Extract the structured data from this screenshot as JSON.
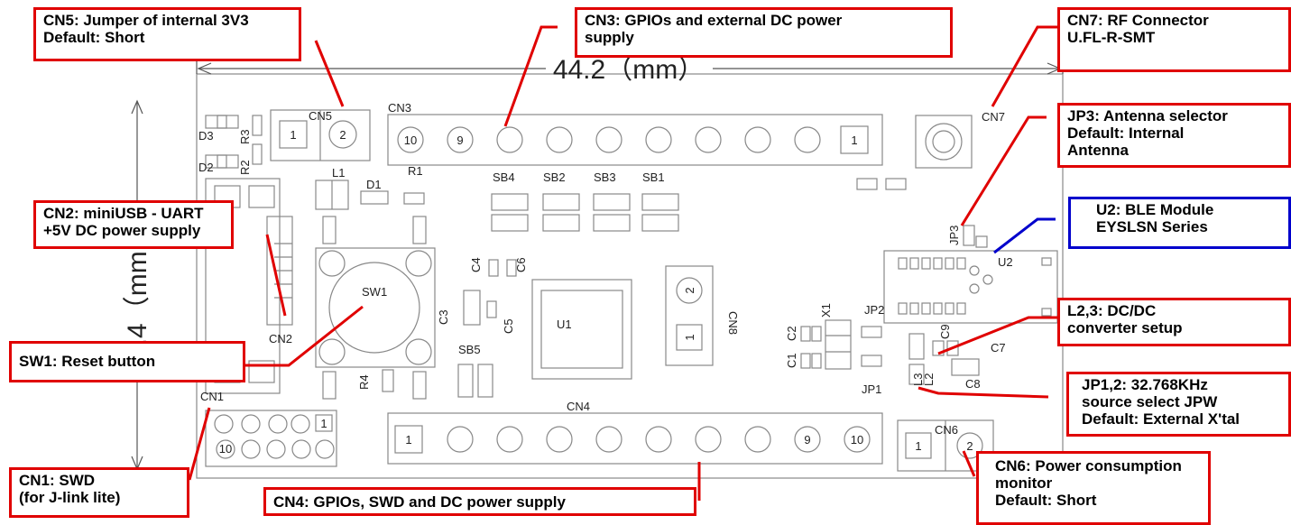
{
  "colors": {
    "callout_red": "#e00000",
    "callout_blue": "#0000cc",
    "board_line": "#888888"
  },
  "dimension_width": "44.2（mm）",
  "dimension_height": "9.4（mm",
  "callouts": {
    "cn5": {
      "l1": "CN5: Jumper of internal 3V3",
      "l2": "Default: Short"
    },
    "cn3": {
      "l1": "CN3: GPIOs and external DC power",
      "l2": "supply"
    },
    "cn7": {
      "l1": "CN7: RF Connector",
      "l2": "U.FL-R-SMT"
    },
    "jp3": {
      "l1": "JP3: Antenna selector",
      "l2": "Default: Internal",
      "l3": "Antenna"
    },
    "cn2": {
      "l1": "CN2: miniUSB - UART",
      "l2": "+5V DC power supply"
    },
    "u2": {
      "l1": "U2: BLE Module",
      "l2": "EYSLSN Series"
    },
    "l23": {
      "l1": "L2,3: DC/DC",
      "l2": "converter setup"
    },
    "sw1": {
      "l1": "SW1: Reset button"
    },
    "jp12": {
      "l1": "JP1,2: 32.768KHz",
      "l2": "source select JPW",
      "l3": "Default: External X'tal"
    },
    "cn1": {
      "l1": "CN1: SWD",
      "l2": "(for J-link lite)"
    },
    "cn4": {
      "l1": "CN4: GPIOs, SWD and DC power supply"
    },
    "cn6": {
      "l1": "CN6: Power consumption",
      "l2": "monitor",
      "l3": "Default: Short"
    }
  },
  "silkscreen": {
    "cn5": "CN5",
    "cn3": "CN3",
    "cn7": "CN7",
    "cn2": "CN2",
    "cn1": "CN1",
    "cn4": "CN4",
    "cn6": "CN6",
    "cn8": "CN8",
    "d3": "D3",
    "d2": "D2",
    "r3": "R3",
    "r2": "R2",
    "r1": "R1",
    "r4": "R4",
    "l1": "L1",
    "d1": "D1",
    "sb4": "SB4",
    "sb2": "SB2",
    "sb3": "SB3",
    "sb1": "SB1",
    "sb5": "SB5",
    "sw1": "SW1",
    "u1": "U1",
    "u2": "U2",
    "c1": "C1",
    "c2": "C2",
    "c3": "C3",
    "c4": "C4",
    "c5": "C5",
    "c6": "C6",
    "c7": "C7",
    "c8": "C8",
    "c9": "C9",
    "x1": "X1",
    "jp1": "JP1",
    "jp2": "JP2",
    "jp3": "JP3",
    "l2": "L2",
    "l3": "L3"
  },
  "pins": {
    "cn5_1": "1",
    "cn5_2": "2",
    "cn3_10": "10",
    "cn3_9": "9",
    "cn3_1": "1",
    "cn4_1": "1",
    "cn4_9": "9",
    "cn4_10": "10",
    "cn8_2": "2",
    "cn8_1": "1",
    "cn1_1": "1",
    "cn1_10": "10",
    "cn6_1": "1",
    "cn6_2": "2"
  }
}
